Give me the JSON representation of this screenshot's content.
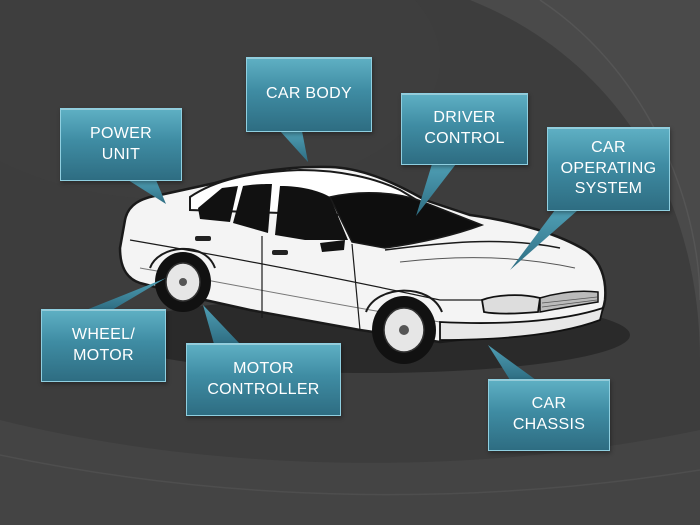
{
  "slide": {
    "background_color": "#3d3d3d",
    "accent_color": "#3f8ca3"
  },
  "callouts": {
    "power_unit": "POWER\nUNIT",
    "car_body": "CAR BODY",
    "driver_control": "DRIVER\nCONTROL",
    "car_operating_system": "CAR\nOPERATING\nSYSTEM",
    "wheel_motor": "WHEEL/\nMOTOR",
    "motor_controller": "MOTOR\nCONTROLLER",
    "car_chassis": "CAR\nCHASSIS"
  },
  "image": {
    "subject": "white sedan illustration"
  }
}
